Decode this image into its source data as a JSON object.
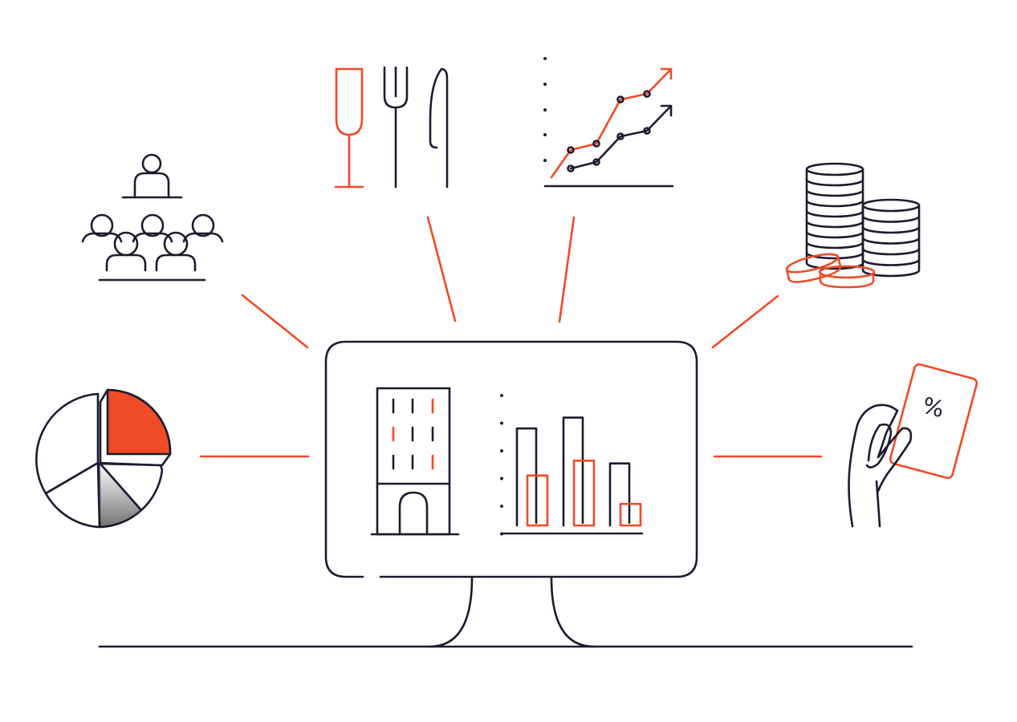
{
  "colors": {
    "ink": "#1c1b2e",
    "accent": "#f04a26",
    "background": "#ffffff"
  },
  "icons": [
    "people-audience-icon",
    "wine-glass-and-cutlery-icon",
    "rising-line-chart-icon",
    "coin-stacks-icon",
    "pie-chart-icon",
    "discount-card-in-hand-icon",
    "hotel-building-icon",
    "bar-chart-icon",
    "computer-monitor-icon"
  ],
  "discount_card": {
    "symbol": "%"
  },
  "monitor_bar_chart": {
    "type": "bar",
    "series": [
      {
        "values": [
          0.72,
          0.8,
          0.46
        ]
      },
      {
        "values": [
          0.37,
          0.48,
          0.16
        ]
      }
    ]
  }
}
